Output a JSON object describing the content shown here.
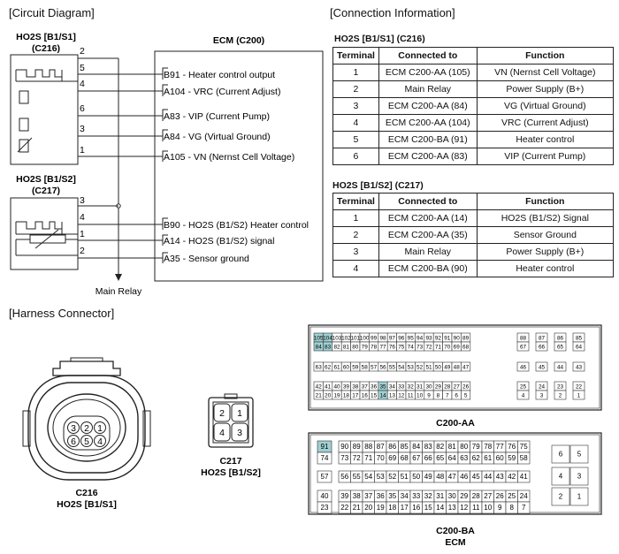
{
  "sections": {
    "circuit": "[Circuit Diagram]",
    "connection": "[Connection Information]",
    "harness": "[Harness Connector]"
  },
  "circuit": {
    "sensor1": {
      "name": "HO2S [B1/S1]",
      "conn": "(C216)",
      "pins": [
        "2",
        "5",
        "4",
        "6",
        "3",
        "1"
      ]
    },
    "sensor2": {
      "name": "HO2S [B1/S2]",
      "conn": "(C217)",
      "pins": [
        "3",
        "4",
        "1",
        "2"
      ]
    },
    "ecm_title": "ECM (C200)",
    "ecm_pins": [
      "B91 - Heater control output",
      "A104 - VRC (Current Adjust)",
      "A83 - VIP (Current Pump)",
      "A84 - VG (Virtual Ground)",
      "A105 - VN (Nernst Cell Voltage)",
      "B90 - HO2S (B1/S2) Heater control",
      "A14 - HO2S (B1/S2) signal",
      "A35 - Sensor ground"
    ],
    "main_relay": "Main Relay"
  },
  "tables": [
    {
      "title": "HO2S [B1/S1] (C216)",
      "headers": [
        "Terminal",
        "Connected to",
        "Function"
      ],
      "rows": [
        [
          "1",
          "ECM C200-AA (105)",
          "VN (Nernst Cell Voltage)"
        ],
        [
          "2",
          "Main Relay",
          "Power Supply (B+)"
        ],
        [
          "3",
          "ECM C200-AA (84)",
          "VG (Virtual Ground)"
        ],
        [
          "4",
          "ECM C200-AA (104)",
          "VRC (Current Adjust)"
        ],
        [
          "5",
          "ECM C200-BA (91)",
          "Heater control"
        ],
        [
          "6",
          "ECM C200-AA (83)",
          "VIP (Current Pump)"
        ]
      ]
    },
    {
      "title": "HO2S [B1/S2] (C217)",
      "headers": [
        "Terminal",
        "Connected to",
        "Function"
      ],
      "rows": [
        [
          "1",
          "ECM C200-AA (14)",
          "HO2S (B1/S2) Signal"
        ],
        [
          "2",
          "ECM C200-AA (35)",
          "Sensor Ground"
        ],
        [
          "3",
          "Main Relay",
          "Power Supply (B+)"
        ],
        [
          "4",
          "ECM C200-BA (90)",
          "Heater control"
        ]
      ]
    }
  ],
  "harness": {
    "c216": {
      "label": "C216",
      "sub": "HO2S [B1/S1]",
      "pins_top": [
        "3",
        "2",
        "1"
      ],
      "pins_bottom": [
        "6",
        "5",
        "4"
      ]
    },
    "c217": {
      "label": "C217",
      "sub": "HO2S [B1/S2]",
      "pins": [
        "2",
        "1",
        "4",
        "3"
      ]
    },
    "c200aa": {
      "label": "C200-AA"
    },
    "c200ba": {
      "label": "C200-BA",
      "sub": "ECM"
    },
    "highlight_color": "#9fd0d3"
  }
}
